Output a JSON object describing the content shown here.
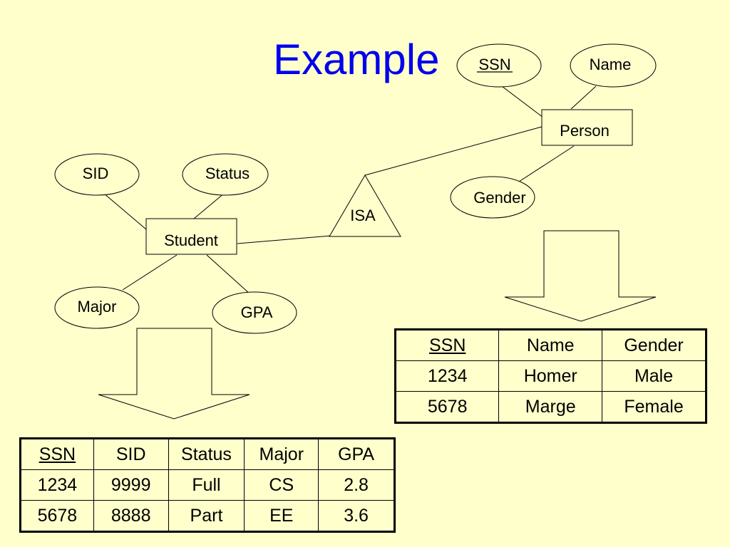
{
  "slide": {
    "title": "Example"
  },
  "er_diagram": {
    "entities": {
      "person": "Person",
      "student": "Student"
    },
    "attributes": {
      "ssn": "SSN",
      "name": "Name",
      "gender": "Gender",
      "sid": "SID",
      "status": "Status",
      "major": "Major",
      "gpa": "GPA"
    },
    "isa": "ISA"
  },
  "person_table": {
    "columns": [
      "SSN",
      "Name",
      "Gender"
    ],
    "rows": [
      [
        "1234",
        "Homer",
        "Male"
      ],
      [
        "5678",
        "Marge",
        "Female"
      ]
    ]
  },
  "student_table": {
    "columns": [
      "SSN",
      "SID",
      "Status",
      "Major",
      "GPA"
    ],
    "rows": [
      [
        "1234",
        "9999",
        "Full",
        "CS",
        "2.8"
      ],
      [
        "5678",
        "8888",
        "Part",
        "EE",
        "3.6"
      ]
    ]
  },
  "colors": {
    "background": "#FFFFCC",
    "title": "#0000EE",
    "stroke": "#000000"
  }
}
